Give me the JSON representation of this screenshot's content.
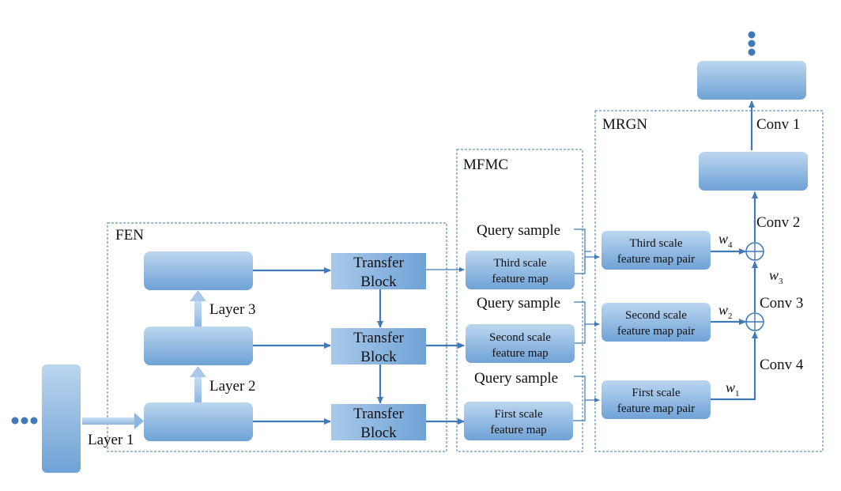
{
  "regions": {
    "fen": "FEN",
    "mfmc": "MFMC",
    "mrgn": "MRGN"
  },
  "fen": {
    "layer1": "Layer 1",
    "layer2": "Layer 2",
    "layer3": "Layer 3",
    "transfer_top": [
      "Transfer",
      "Block"
    ],
    "transfer_mid": [
      "Transfer",
      "Block"
    ],
    "transfer_bot": [
      "Transfer",
      "Block"
    ]
  },
  "mfmc": {
    "query_labels": [
      "Query sample",
      "Query sample",
      "Query sample"
    ],
    "third_map": [
      "Third scale",
      "feature map"
    ],
    "second_map": [
      "Second scale",
      "feature map"
    ],
    "first_map": [
      "First scale",
      "feature map"
    ]
  },
  "mrgn": {
    "third_pair": [
      "Third scale",
      "feature map pair"
    ],
    "second_pair": [
      "Second scale",
      "feature map pair"
    ],
    "first_pair": [
      "First scale",
      "feature map pair"
    ],
    "conv1": "Conv 1",
    "conv2": "Conv 2",
    "conv3": "Conv 3",
    "conv4": "Conv 4",
    "w": "w",
    "w1_sub": "1",
    "w2_sub": "2",
    "w3_sub": "3",
    "w4_sub": "4"
  },
  "colors": {
    "box_top": "#bcd6ef",
    "box_bottom": "#6fa2d6",
    "line": "#3f79b8"
  }
}
